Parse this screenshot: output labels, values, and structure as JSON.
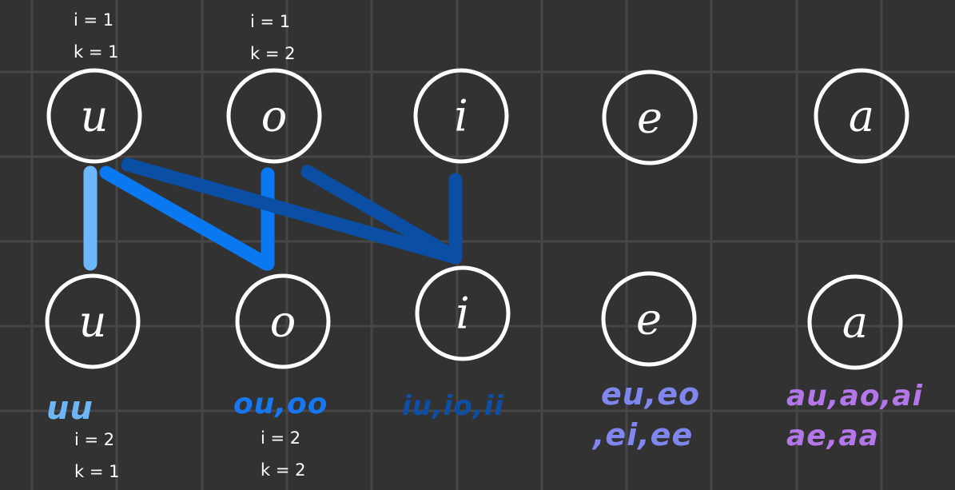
{
  "colors": {
    "background": "#323232",
    "grid": "#474747",
    "node_stroke": "#ffffff",
    "edge_light": "#6db7ff",
    "edge_mid": "#0a78f0",
    "edge_dark": "#0a4fa3",
    "combo_u": "#6cb6f5",
    "combo_o": "#1677f0",
    "combo_i": "#0d4fa6",
    "combo_e": "#7f86ee",
    "combo_a": "#b477ea"
  },
  "top_nodes": [
    "u",
    "o",
    "i",
    "e",
    "a"
  ],
  "bottom_nodes": [
    "u",
    "o",
    "i",
    "e",
    "a"
  ],
  "annotations": {
    "top_u_i": "i = 1",
    "top_u_k": "k = 1",
    "top_o_i": "i = 1",
    "top_o_k": "k = 2",
    "bottom_u_i": "i = 2",
    "bottom_u_k": "k = 1",
    "bottom_o_i": "i = 2",
    "bottom_o_k": "k = 2"
  },
  "combos": {
    "u": "uu",
    "o": "ou,oo",
    "i": "iu,io,ii",
    "e_line1": "eu,eo",
    "e_line2": ",ei,ee",
    "a_line1": "au,ao,ai",
    "a_line2": "ae,aa"
  }
}
